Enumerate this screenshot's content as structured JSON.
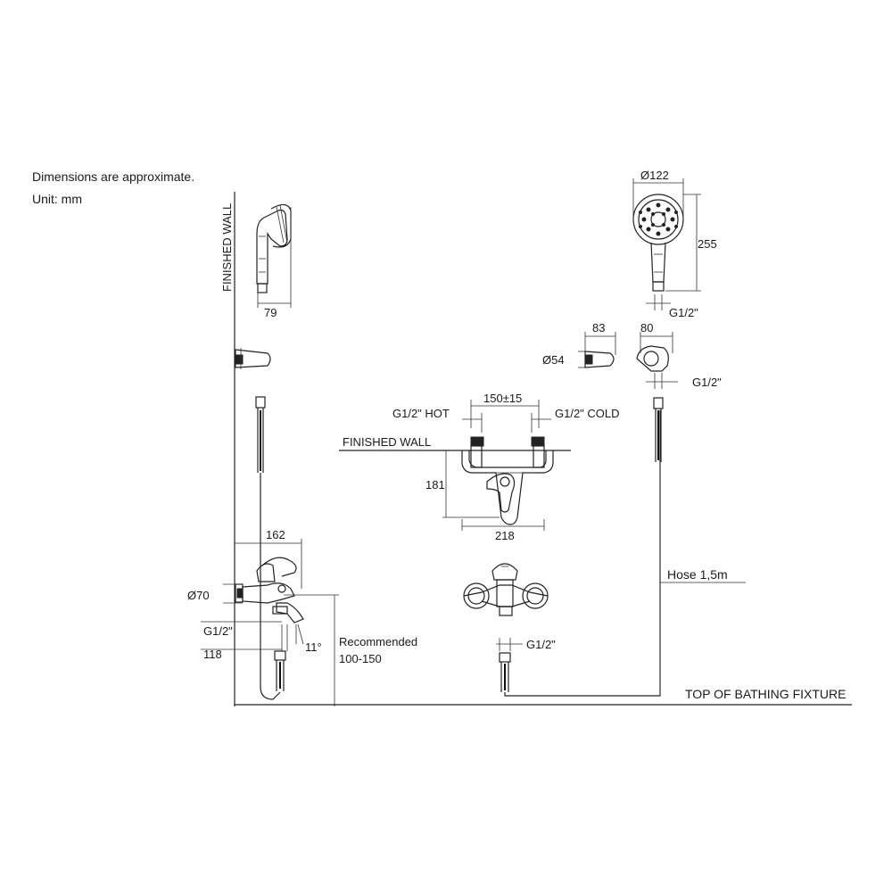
{
  "notes": {
    "line1": "Dimensions are approximate.",
    "line2": "Unit: mm"
  },
  "labels": {
    "finished_wall_vertical": "FINISHED WALL",
    "finished_wall_horizontal": "FINISHED WALL",
    "top_of_bathing_fixture": "TOP OF BATHING FIXTURE",
    "hose": "Hose 1,5m",
    "recommended_line1": "Recommended",
    "recommended_line2": "100-150",
    "g12_hot": "G1/2\" HOT",
    "g12_cold": "G1/2\" COLD"
  },
  "dimensions": {
    "handshower_width": "79",
    "mixer_depth": "162",
    "escutcheon_dia": "Ø70",
    "side_g12": "G1/2\"",
    "side_118": "118",
    "angle": "11°",
    "centers": "150±15",
    "front_height": "181",
    "front_width": "218",
    "bottom_g12": "G1/2\"",
    "head_dia": "Ø122",
    "head_length": "255",
    "head_g12": "G1/2\"",
    "holder_depth": "83",
    "holder_dia": "Ø54",
    "holder_width": "80",
    "holder_g12": "G1/2\""
  }
}
